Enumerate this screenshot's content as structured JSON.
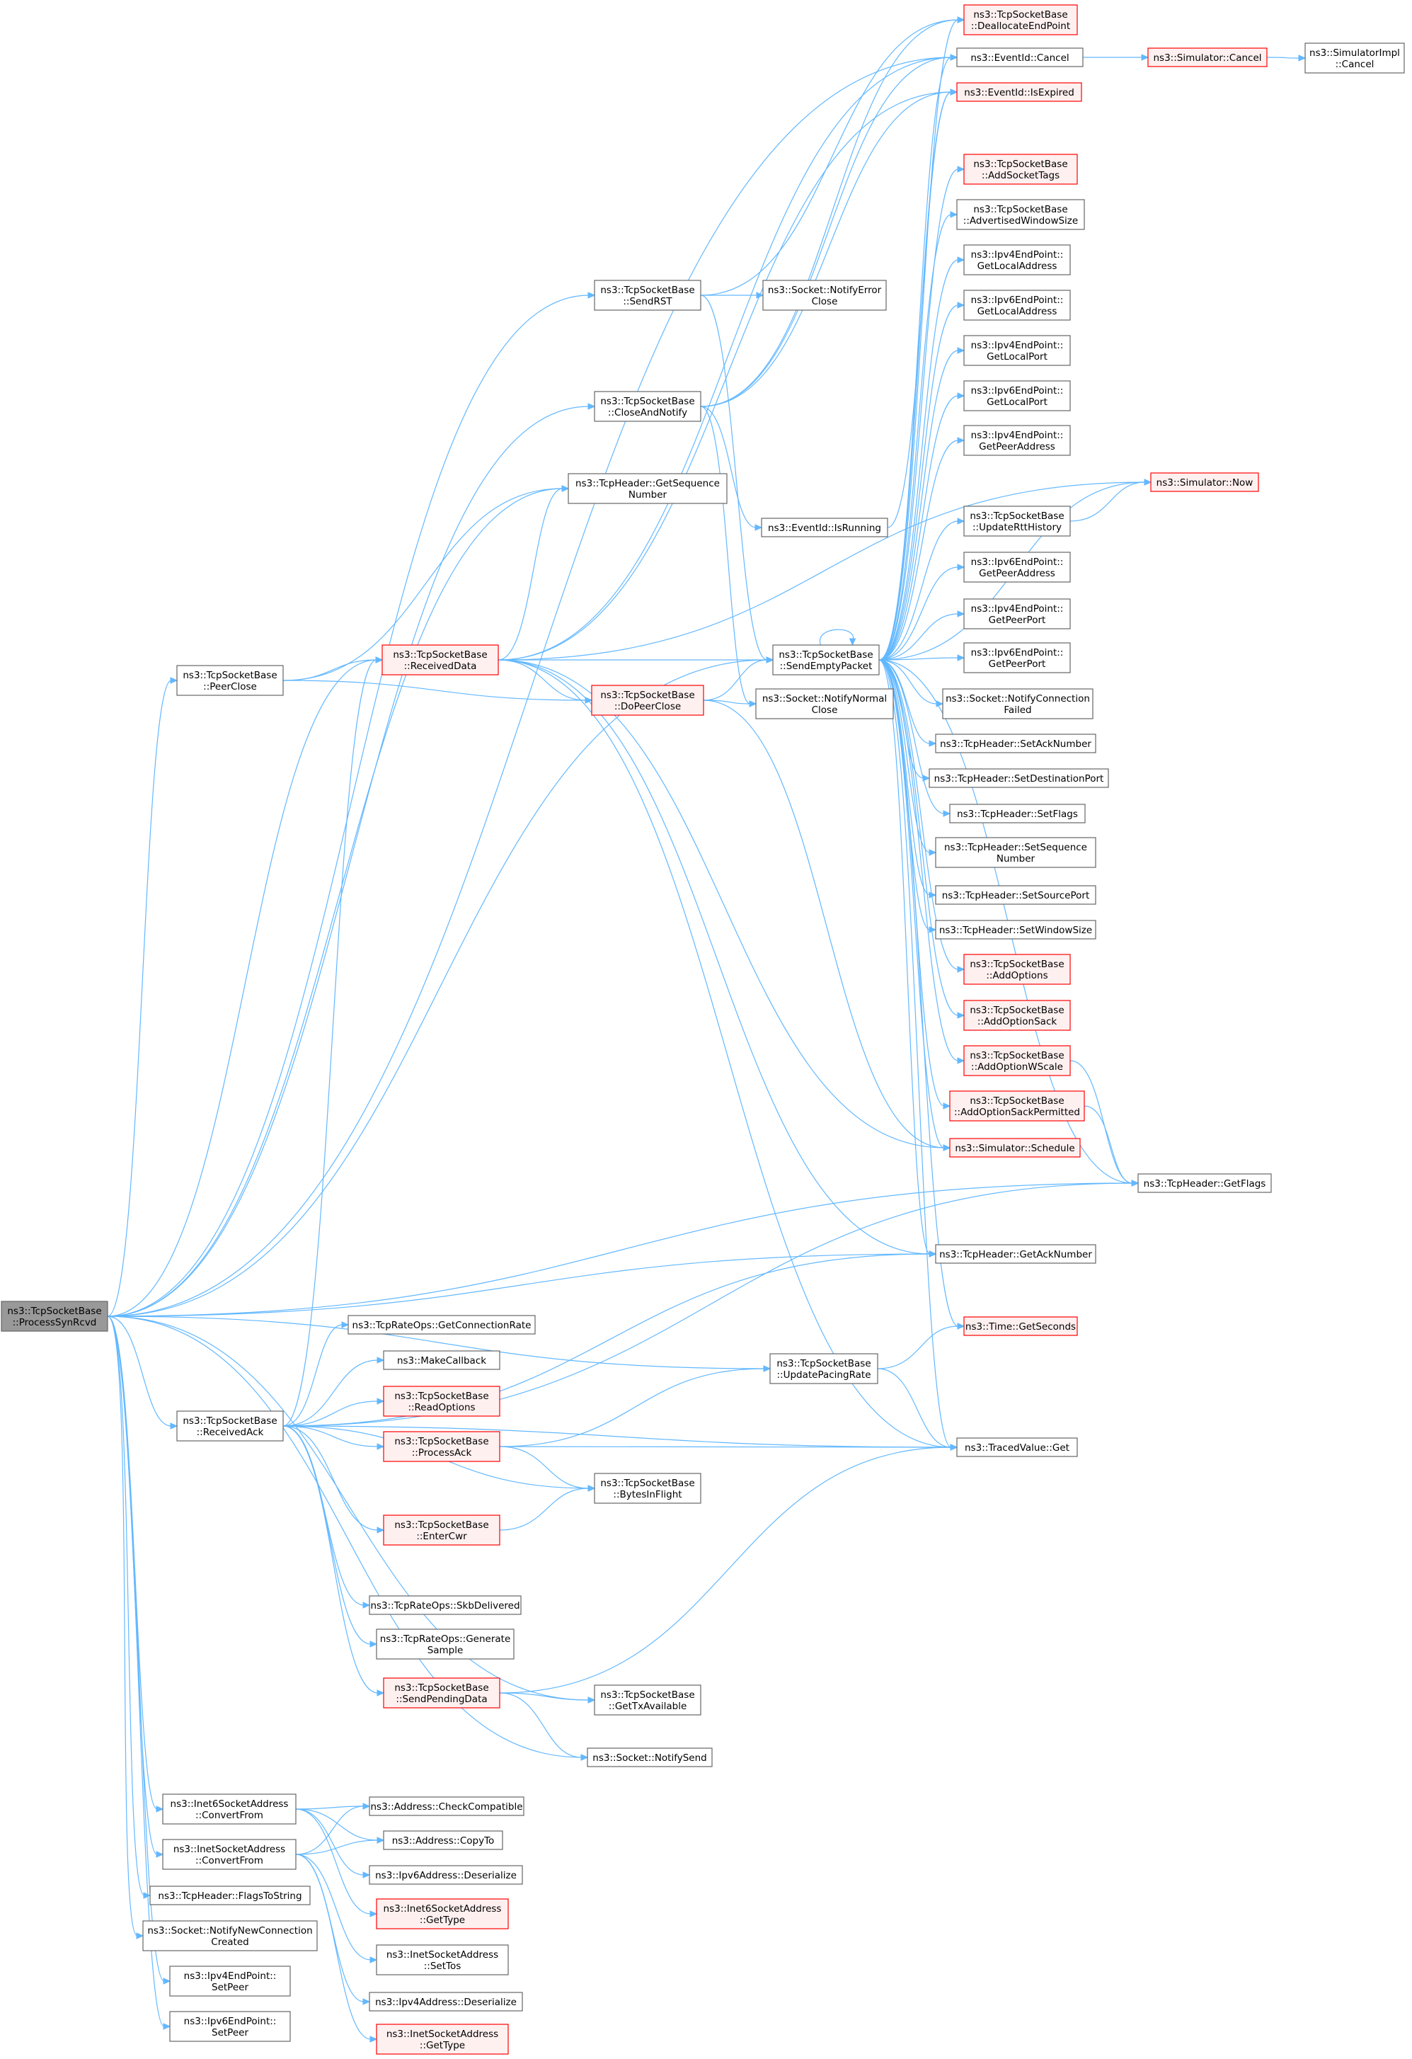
{
  "colors": {
    "edge": "#63b8ff",
    "node_border_default": "#666666",
    "node_border_external": "#ff0000",
    "node_fill_default": "#ffffff",
    "node_fill_external": "#fff0f0",
    "node_fill_root": "#999999"
  },
  "nodes": [
    {
      "id": "root",
      "lines": [
        "ns3::TcpSocketBase",
        "::ProcessSynRcvd"
      ],
      "style": "root"
    },
    {
      "id": "dealloc",
      "lines": [
        "ns3::TcpSocketBase",
        "::DeallocateEndPoint"
      ],
      "style": "red"
    },
    {
      "id": "evcancel",
      "lines": [
        "ns3::EventId::Cancel"
      ],
      "style": "normal"
    },
    {
      "id": "simcancel",
      "lines": [
        "ns3::Simulator::Cancel"
      ],
      "style": "red"
    },
    {
      "id": "simimplcancel",
      "lines": [
        "ns3::SimulatorImpl",
        "::Cancel"
      ],
      "style": "normal"
    },
    {
      "id": "isexpired",
      "lines": [
        "ns3::EventId::IsExpired"
      ],
      "style": "red"
    },
    {
      "id": "addsockettags",
      "lines": [
        "ns3::TcpSocketBase",
        "::AddSocketTags"
      ],
      "style": "red"
    },
    {
      "id": "advwin",
      "lines": [
        "ns3::TcpSocketBase",
        "::AdvertisedWindowSize"
      ],
      "style": "normal"
    },
    {
      "id": "ipv4getlocaladdr",
      "lines": [
        "ns3::Ipv4EndPoint::",
        "GetLocalAddress"
      ],
      "style": "normal"
    },
    {
      "id": "ipv6getlocaladdr",
      "lines": [
        "ns3::Ipv6EndPoint::",
        "GetLocalAddress"
      ],
      "style": "normal"
    },
    {
      "id": "ipv4getlocalport",
      "lines": [
        "ns3::Ipv4EndPoint::",
        "GetLocalPort"
      ],
      "style": "normal"
    },
    {
      "id": "ipv6getlocalport",
      "lines": [
        "ns3::Ipv6EndPoint::",
        "GetLocalPort"
      ],
      "style": "normal"
    },
    {
      "id": "ipv4getpeeraddr",
      "lines": [
        "ns3::Ipv4EndPoint::",
        "GetPeerAddress"
      ],
      "style": "normal"
    },
    {
      "id": "simnow",
      "lines": [
        "ns3::Simulator::Now"
      ],
      "style": "red"
    },
    {
      "id": "updatertt",
      "lines": [
        "ns3::TcpSocketBase",
        "::UpdateRttHistory"
      ],
      "style": "normal"
    },
    {
      "id": "ipv6getpeeraddr",
      "lines": [
        "ns3::Ipv6EndPoint::",
        "GetPeerAddress"
      ],
      "style": "normal"
    },
    {
      "id": "ipv4getpeerport",
      "lines": [
        "ns3::Ipv4EndPoint::",
        "GetPeerPort"
      ],
      "style": "normal"
    },
    {
      "id": "ipv6getpeerport",
      "lines": [
        "ns3::Ipv6EndPoint::",
        "GetPeerPort"
      ],
      "style": "normal"
    },
    {
      "id": "notifyconnfailed",
      "lines": [
        "ns3::Socket::NotifyConnection",
        "Failed"
      ],
      "style": "normal"
    },
    {
      "id": "setacknumber",
      "lines": [
        "ns3::TcpHeader::SetAckNumber"
      ],
      "style": "normal"
    },
    {
      "id": "setdestport",
      "lines": [
        "ns3::TcpHeader::SetDestinationPort"
      ],
      "style": "normal"
    },
    {
      "id": "setflags",
      "lines": [
        "ns3::TcpHeader::SetFlags"
      ],
      "style": "normal"
    },
    {
      "id": "setseqnum",
      "lines": [
        "ns3::TcpHeader::SetSequence",
        "Number"
      ],
      "style": "normal"
    },
    {
      "id": "setsourceport",
      "lines": [
        "ns3::TcpHeader::SetSourcePort"
      ],
      "style": "normal"
    },
    {
      "id": "setwindowsize",
      "lines": [
        "ns3::TcpHeader::SetWindowSize"
      ],
      "style": "normal"
    },
    {
      "id": "addoptions",
      "lines": [
        "ns3::TcpSocketBase",
        "::AddOptions"
      ],
      "style": "red"
    },
    {
      "id": "addoptionsack",
      "lines": [
        "ns3::TcpSocketBase",
        "::AddOptionSack"
      ],
      "style": "red"
    },
    {
      "id": "addoptionwscale",
      "lines": [
        "ns3::TcpSocketBase",
        "::AddOptionWScale"
      ],
      "style": "red"
    },
    {
      "id": "addoptionsackperm",
      "lines": [
        "ns3::TcpSocketBase",
        "::AddOptionSackPermitted"
      ],
      "style": "red"
    },
    {
      "id": "simschedule",
      "lines": [
        "ns3::Simulator::Schedule"
      ],
      "style": "red"
    },
    {
      "id": "getflags",
      "lines": [
        "ns3::TcpHeader::GetFlags"
      ],
      "style": "normal"
    },
    {
      "id": "getacknumber",
      "lines": [
        "ns3::TcpHeader::GetAckNumber"
      ],
      "style": "normal"
    },
    {
      "id": "timegetseconds",
      "lines": [
        "ns3::Time::GetSeconds"
      ],
      "style": "red"
    },
    {
      "id": "tracedget",
      "lines": [
        "ns3::TracedValue::Get"
      ],
      "style": "normal"
    },
    {
      "id": "sendrst",
      "lines": [
        "ns3::TcpSocketBase",
        "::SendRST"
      ],
      "style": "normal"
    },
    {
      "id": "notifyerrorclose",
      "lines": [
        "ns3::Socket::NotifyError",
        "Close"
      ],
      "style": "normal"
    },
    {
      "id": "closeandnotify",
      "lines": [
        "ns3::TcpSocketBase",
        "::CloseAndNotify"
      ],
      "style": "normal"
    },
    {
      "id": "getseqnum",
      "lines": [
        "ns3::TcpHeader::GetSequence",
        "Number"
      ],
      "style": "normal"
    },
    {
      "id": "isrunning",
      "lines": [
        "ns3::EventId::IsRunning"
      ],
      "style": "normal"
    },
    {
      "id": "receiveddata",
      "lines": [
        "ns3::TcpSocketBase",
        "::ReceivedData"
      ],
      "style": "red"
    },
    {
      "id": "sendemptypacket",
      "lines": [
        "ns3::TcpSocketBase",
        "::SendEmptyPacket"
      ],
      "style": "normal"
    },
    {
      "id": "peerclose",
      "lines": [
        "ns3::TcpSocketBase",
        "::PeerClose"
      ],
      "style": "normal"
    },
    {
      "id": "dopeerclose",
      "lines": [
        "ns3::TcpSocketBase",
        "::DoPeerClose"
      ],
      "style": "red"
    },
    {
      "id": "notifynormalclose",
      "lines": [
        "ns3::Socket::NotifyNormal",
        "Close"
      ],
      "style": "normal"
    },
    {
      "id": "getconnrate",
      "lines": [
        "ns3::TcpRateOps::GetConnectionRate"
      ],
      "style": "normal"
    },
    {
      "id": "makecallback",
      "lines": [
        "ns3::MakeCallback"
      ],
      "style": "normal"
    },
    {
      "id": "readoptions",
      "lines": [
        "ns3::TcpSocketBase",
        "::ReadOptions"
      ],
      "style": "red"
    },
    {
      "id": "processack",
      "lines": [
        "ns3::TcpSocketBase",
        "::ProcessAck"
      ],
      "style": "red"
    },
    {
      "id": "updatepacing",
      "lines": [
        "ns3::TcpSocketBase",
        "::UpdatePacingRate"
      ],
      "style": "normal"
    },
    {
      "id": "receivedack",
      "lines": [
        "ns3::TcpSocketBase",
        "::ReceivedAck"
      ],
      "style": "normal"
    },
    {
      "id": "bytesinflight",
      "lines": [
        "ns3::TcpSocketBase",
        "::BytesInFlight"
      ],
      "style": "normal"
    },
    {
      "id": "entercwr",
      "lines": [
        "ns3::TcpSocketBase",
        "::EnterCwr"
      ],
      "style": "red"
    },
    {
      "id": "skbdelivered",
      "lines": [
        "ns3::TcpRateOps::SkbDelivered"
      ],
      "style": "normal"
    },
    {
      "id": "generatesample",
      "lines": [
        "ns3::TcpRateOps::Generate",
        "Sample"
      ],
      "style": "normal"
    },
    {
      "id": "sendpending",
      "lines": [
        "ns3::TcpSocketBase",
        "::SendPendingData"
      ],
      "style": "red"
    },
    {
      "id": "gettxavail",
      "lines": [
        "ns3::TcpSocketBase",
        "::GetTxAvailable"
      ],
      "style": "normal"
    },
    {
      "id": "notifysend",
      "lines": [
        "ns3::Socket::NotifySend"
      ],
      "style": "normal"
    },
    {
      "id": "inet6convert",
      "lines": [
        "ns3::Inet6SocketAddress",
        "::ConvertFrom"
      ],
      "style": "normal"
    },
    {
      "id": "addrcheckcompat",
      "lines": [
        "ns3::Address::CheckCompatible"
      ],
      "style": "normal"
    },
    {
      "id": "addrcopyto",
      "lines": [
        "ns3::Address::CopyTo"
      ],
      "style": "normal"
    },
    {
      "id": "inetconvert",
      "lines": [
        "ns3::InetSocketAddress",
        "::ConvertFrom"
      ],
      "style": "normal"
    },
    {
      "id": "ipv6deserialize",
      "lines": [
        "ns3::Ipv6Address::Deserialize"
      ],
      "style": "normal"
    },
    {
      "id": "inet6gettype",
      "lines": [
        "ns3::Inet6SocketAddress",
        "::GetType"
      ],
      "style": "red"
    },
    {
      "id": "flagstostring",
      "lines": [
        "ns3::TcpHeader::FlagsToString"
      ],
      "style": "normal"
    },
    {
      "id": "inetsettos",
      "lines": [
        "ns3::InetSocketAddress",
        "::SetTos"
      ],
      "style": "normal"
    },
    {
      "id": "notifynewconn",
      "lines": [
        "ns3::Socket::NotifyNewConnection",
        "Created"
      ],
      "style": "normal"
    },
    {
      "id": "ipv4deserialize",
      "lines": [
        "ns3::Ipv4Address::Deserialize"
      ],
      "style": "normal"
    },
    {
      "id": "ipv4setpeer",
      "lines": [
        "ns3::Ipv4EndPoint::",
        "SetPeer"
      ],
      "style": "normal"
    },
    {
      "id": "inetgettype",
      "lines": [
        "ns3::InetSocketAddress",
        "::GetType"
      ],
      "style": "red"
    },
    {
      "id": "ipv6setpeer",
      "lines": [
        "ns3::Ipv6EndPoint::",
        "SetPeer"
      ],
      "style": "normal"
    }
  ],
  "edges": [
    [
      "root",
      "sendrst"
    ],
    [
      "root",
      "closeandnotify"
    ],
    [
      "root",
      "getseqnum"
    ],
    [
      "root",
      "peerclose"
    ],
    [
      "root",
      "receiveddata"
    ],
    [
      "root",
      "receivedack"
    ],
    [
      "root",
      "getflags"
    ],
    [
      "root",
      "getacknumber"
    ],
    [
      "root",
      "updatepacing"
    ],
    [
      "root",
      "sendemptypacket"
    ],
    [
      "root",
      "evcancel"
    ],
    [
      "root",
      "notifysend"
    ],
    [
      "root",
      "gettxavail"
    ],
    [
      "root",
      "inet6convert"
    ],
    [
      "root",
      "inetconvert"
    ],
    [
      "root",
      "flagstostring"
    ],
    [
      "root",
      "notifynewconn"
    ],
    [
      "root",
      "ipv4setpeer"
    ],
    [
      "root",
      "ipv6setpeer"
    ],
    [
      "sendrst",
      "dealloc"
    ],
    [
      "sendrst",
      "notifyerrorclose"
    ],
    [
      "sendrst",
      "sendemptypacket"
    ],
    [
      "closeandnotify",
      "dealloc"
    ],
    [
      "closeandnotify",
      "evcancel"
    ],
    [
      "closeandnotify",
      "isrunning"
    ],
    [
      "closeandnotify",
      "notifynormalclose"
    ],
    [
      "closeandnotify",
      "isexpired"
    ],
    [
      "isrunning",
      "isexpired"
    ],
    [
      "evcancel",
      "simcancel"
    ],
    [
      "simcancel",
      "simimplcancel"
    ],
    [
      "peerclose",
      "getseqnum"
    ],
    [
      "peerclose",
      "receiveddata"
    ],
    [
      "peerclose",
      "dopeerclose"
    ],
    [
      "receiveddata",
      "getseqnum"
    ],
    [
      "receiveddata",
      "sendemptypacket"
    ],
    [
      "receiveddata",
      "dopeerclose"
    ],
    [
      "receiveddata",
      "simnow"
    ],
    [
      "receiveddata",
      "simschedule"
    ],
    [
      "receiveddata",
      "evcancel"
    ],
    [
      "receiveddata",
      "isexpired"
    ],
    [
      "receiveddata",
      "getacknumber"
    ],
    [
      "receiveddata",
      "tracedget"
    ],
    [
      "dopeerclose",
      "sendemptypacket"
    ],
    [
      "dopeerclose",
      "notifynormalclose"
    ],
    [
      "dopeerclose",
      "simschedule"
    ],
    [
      "sendemptypacket",
      "sendemptypacket"
    ],
    [
      "sendemptypacket",
      "dealloc"
    ],
    [
      "sendemptypacket",
      "evcancel"
    ],
    [
      "sendemptypacket",
      "isexpired"
    ],
    [
      "sendemptypacket",
      "addsockettags"
    ],
    [
      "sendemptypacket",
      "advwin"
    ],
    [
      "sendemptypacket",
      "ipv4getlocaladdr"
    ],
    [
      "sendemptypacket",
      "ipv6getlocaladdr"
    ],
    [
      "sendemptypacket",
      "ipv4getlocalport"
    ],
    [
      "sendemptypacket",
      "ipv6getlocalport"
    ],
    [
      "sendemptypacket",
      "ipv4getpeeraddr"
    ],
    [
      "sendemptypacket",
      "simnow"
    ],
    [
      "sendemptypacket",
      "updatertt"
    ],
    [
      "sendemptypacket",
      "ipv6getpeeraddr"
    ],
    [
      "sendemptypacket",
      "ipv4getpeerport"
    ],
    [
      "sendemptypacket",
      "ipv6getpeerport"
    ],
    [
      "sendemptypacket",
      "notifyconnfailed"
    ],
    [
      "sendemptypacket",
      "setacknumber"
    ],
    [
      "sendemptypacket",
      "setdestport"
    ],
    [
      "sendemptypacket",
      "setflags"
    ],
    [
      "sendemptypacket",
      "setseqnum"
    ],
    [
      "sendemptypacket",
      "setsourceport"
    ],
    [
      "sendemptypacket",
      "setwindowsize"
    ],
    [
      "sendemptypacket",
      "addoptions"
    ],
    [
      "sendemptypacket",
      "addoptionsack"
    ],
    [
      "sendemptypacket",
      "addoptionwscale"
    ],
    [
      "sendemptypacket",
      "addoptionsackperm"
    ],
    [
      "sendemptypacket",
      "simschedule"
    ],
    [
      "sendemptypacket",
      "getflags"
    ],
    [
      "sendemptypacket",
      "getacknumber"
    ],
    [
      "sendemptypacket",
      "timegetseconds"
    ],
    [
      "sendemptypacket",
      "tracedget"
    ],
    [
      "updatertt",
      "simnow"
    ],
    [
      "addoptionwscale",
      "getflags"
    ],
    [
      "addoptionsackperm",
      "getflags"
    ],
    [
      "receivedack",
      "getconnrate"
    ],
    [
      "receivedack",
      "makecallback"
    ],
    [
      "receivedack",
      "readoptions"
    ],
    [
      "receivedack",
      "processack"
    ],
    [
      "receivedack",
      "bytesinflight"
    ],
    [
      "receivedack",
      "entercwr"
    ],
    [
      "receivedack",
      "skbdelivered"
    ],
    [
      "receivedack",
      "generatesample"
    ],
    [
      "receivedack",
      "sendpending"
    ],
    [
      "receivedack",
      "receiveddata"
    ],
    [
      "receivedack",
      "getacknumber"
    ],
    [
      "receivedack",
      "getflags"
    ],
    [
      "receivedack",
      "tracedget"
    ],
    [
      "processack",
      "updatepacing"
    ],
    [
      "processack",
      "bytesinflight"
    ],
    [
      "processack",
      "tracedget"
    ],
    [
      "entercwr",
      "bytesinflight"
    ],
    [
      "updatepacing",
      "timegetseconds"
    ],
    [
      "updatepacing",
      "tracedget"
    ],
    [
      "sendpending",
      "gettxavail"
    ],
    [
      "sendpending",
      "notifysend"
    ],
    [
      "sendpending",
      "tracedget"
    ],
    [
      "inet6convert",
      "addrcheckcompat"
    ],
    [
      "inet6convert",
      "addrcopyto"
    ],
    [
      "inet6convert",
      "ipv6deserialize"
    ],
    [
      "inet6convert",
      "inet6gettype"
    ],
    [
      "inetconvert",
      "inetsettos"
    ],
    [
      "inetconvert",
      "ipv4deserialize"
    ],
    [
      "inetconvert",
      "inetgettype"
    ],
    [
      "inetconvert",
      "addrcheckcompat"
    ],
    [
      "inetconvert",
      "addrcopyto"
    ]
  ]
}
